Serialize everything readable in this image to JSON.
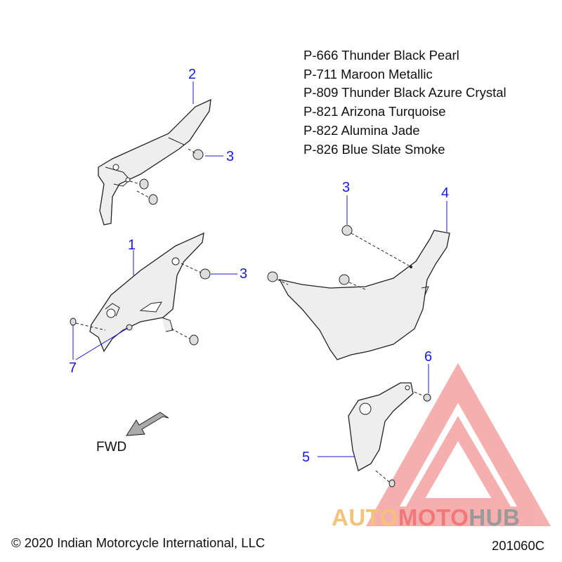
{
  "diagram": {
    "callouts": [
      "1",
      "2",
      "3",
      "3",
      "3",
      "4",
      "5",
      "6",
      "7"
    ],
    "color_codes": [
      "P-666 Thunder Black Pearl",
      "P-711 Maroon Metallic",
      "P-809 Thunder Black Azure Crystal",
      "P-821 Arizona Turquoise",
      "P-822 Alumina Jade",
      "P-826 Blue Slate Smoke"
    ],
    "direction_label": "FWD",
    "copyright": "© 2020 Indian Motorcycle International, LLC",
    "figure_code": "201060C"
  },
  "watermark": {
    "part1": "AUTO",
    "part2": "MOTO",
    "part3": "HUB"
  },
  "colors": {
    "callout": "#1a1adf",
    "line": "#222222",
    "panel_fill": "#eeeeee",
    "watermark_red": "#f07878",
    "watermark_orange": "#f5c27a",
    "watermark_gray": "#9a9a9a"
  }
}
